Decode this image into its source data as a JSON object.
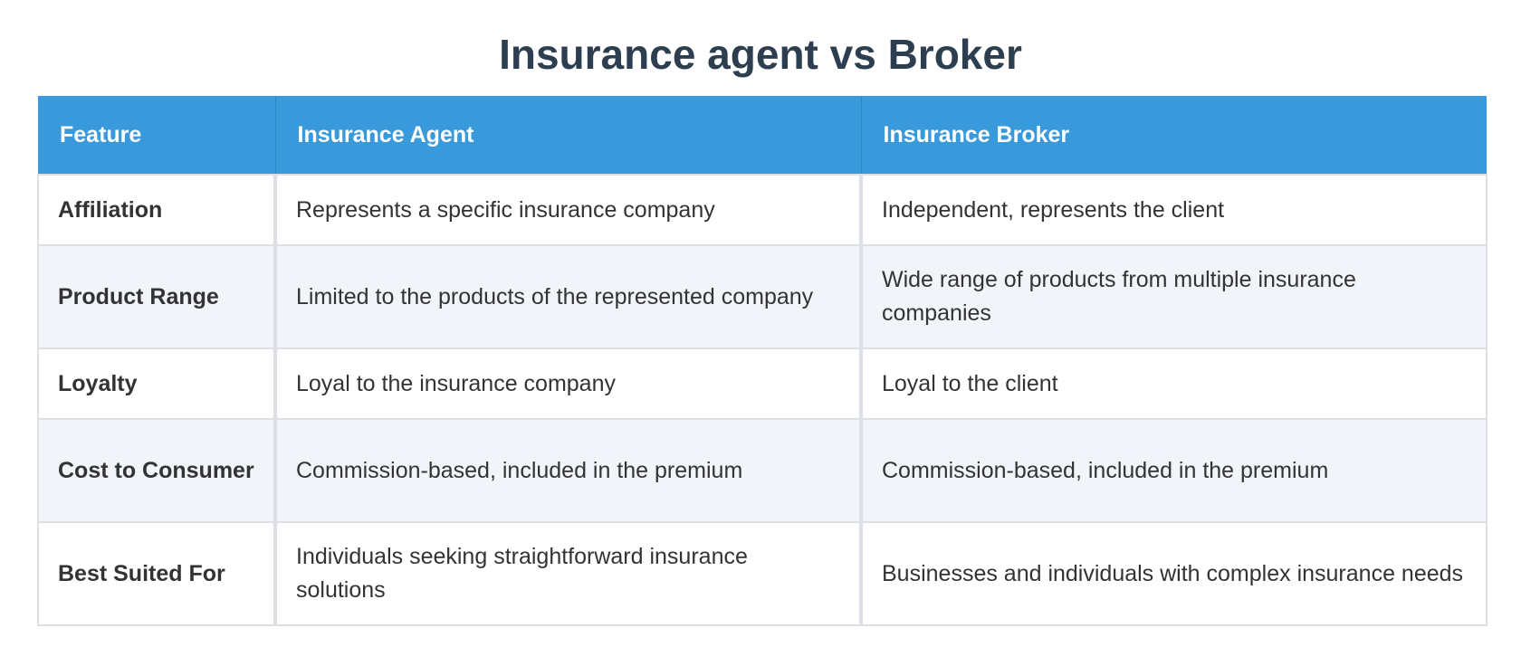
{
  "page": {
    "title": "Insurance agent vs Broker"
  },
  "table": {
    "headers": [
      "Feature",
      "Insurance Agent",
      "Insurance Broker"
    ],
    "rows": [
      [
        "Affiliation",
        "Represents a specific insurance company",
        "Independent, represents the client"
      ],
      [
        "Product Range",
        "Limited to the products of the represented company",
        "Wide range of products from multiple insurance companies"
      ],
      [
        "Loyalty",
        "Loyal to the insurance company",
        "Loyal to the client"
      ],
      [
        "Cost to Consumer",
        "Commission-based, included in the premium",
        "Commission-based, included in the premium"
      ],
      [
        "Best Suited For",
        "Individuals seeking straightforward insurance solutions",
        "Businesses and individuals with complex insurance needs"
      ]
    ]
  },
  "colors": {
    "header_background": "#3899db",
    "title_text": "#2c3e50",
    "alt_row_background": "#f1f4f9",
    "border": "#dcdfe3"
  }
}
